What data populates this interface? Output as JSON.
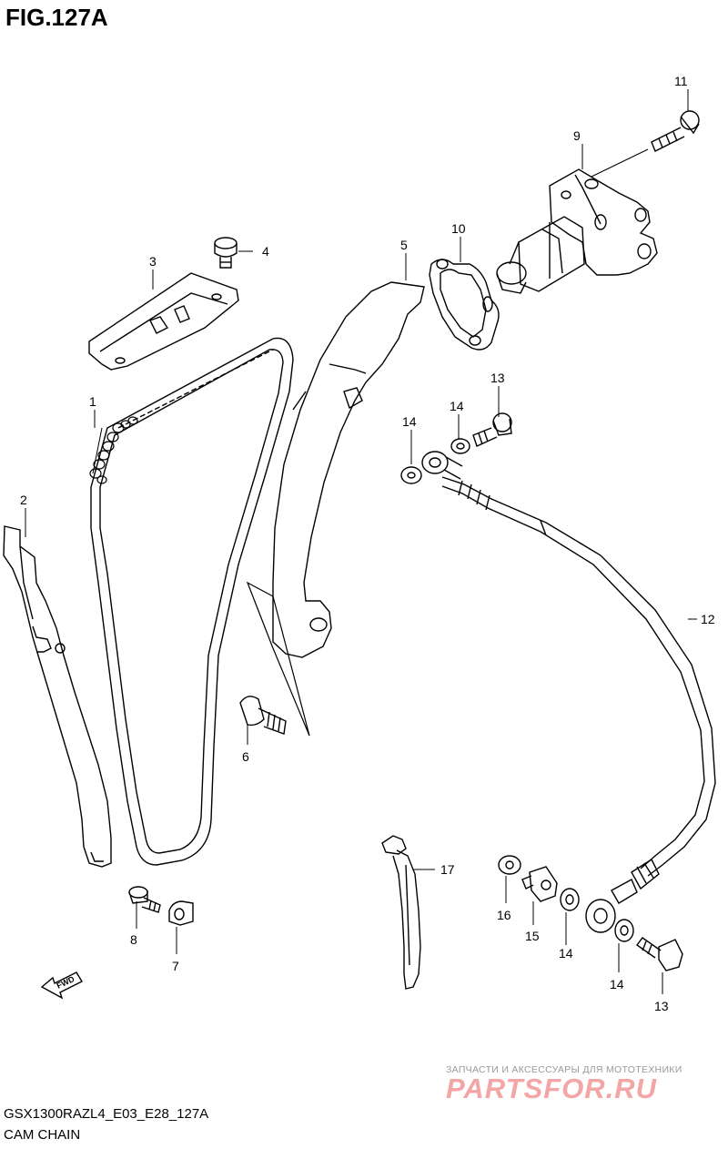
{
  "figure": {
    "title": "FIG.127A"
  },
  "parts": [
    {
      "id": "1",
      "label": "1"
    },
    {
      "id": "2",
      "label": "2"
    },
    {
      "id": "3",
      "label": "3"
    },
    {
      "id": "4",
      "label": "4"
    },
    {
      "id": "5",
      "label": "5"
    },
    {
      "id": "6",
      "label": "6"
    },
    {
      "id": "7",
      "label": "7"
    },
    {
      "id": "8",
      "label": "8"
    },
    {
      "id": "9",
      "label": "9"
    },
    {
      "id": "10",
      "label": "10"
    },
    {
      "id": "11",
      "label": "11"
    },
    {
      "id": "12",
      "label": "12"
    },
    {
      "id": "13a",
      "label": "13"
    },
    {
      "id": "13b",
      "label": "13"
    },
    {
      "id": "14a",
      "label": "14"
    },
    {
      "id": "14b",
      "label": "14"
    },
    {
      "id": "14c",
      "label": "14"
    },
    {
      "id": "14d",
      "label": "14"
    },
    {
      "id": "15",
      "label": "15"
    },
    {
      "id": "16",
      "label": "16"
    },
    {
      "id": "17",
      "label": "17"
    }
  ],
  "footer": {
    "model_code": "GSX1300RAZL4_E03_E28_127A",
    "section_name": "CAM CHAIN"
  },
  "watermark": {
    "tagline": "ЗАПЧАСТИ И АКСЕССУАРЫ ДЛЯ МОТОТЕХНИКИ",
    "brand": "PARTSFOR.RU"
  }
}
